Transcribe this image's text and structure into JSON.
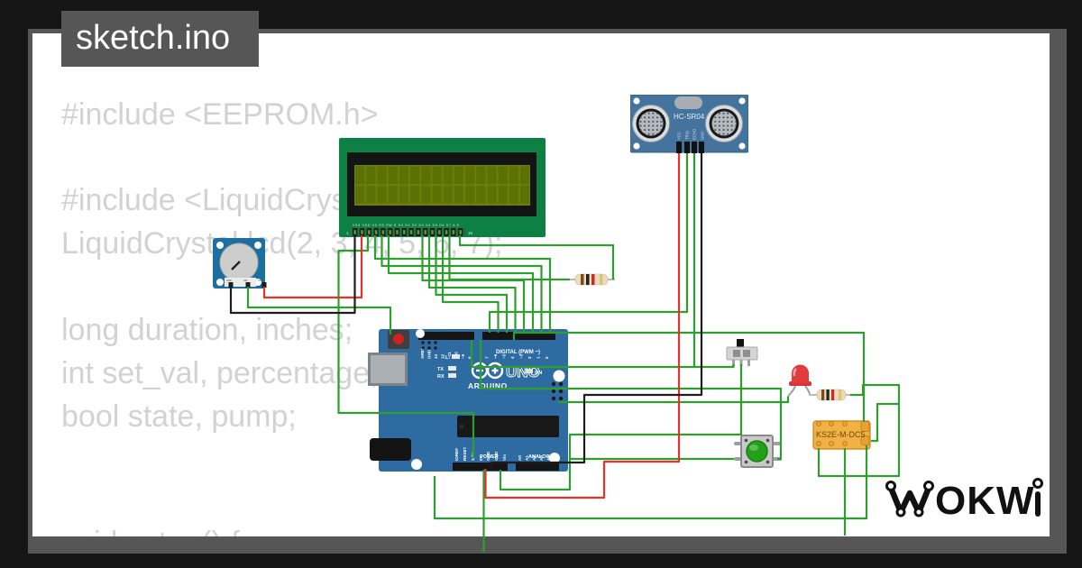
{
  "title": {
    "filename": "sketch.ino"
  },
  "code": {
    "line1": "#include <EEPROM.h>",
    "line2": "#include <LiquidCrystal.h>",
    "line3": "LiquidCrystal lcd(2, 3, 4, 5, 6, 7);",
    "line4": "long duration, inches;",
    "line5": "int set_val, percentage;",
    "line6": "bool state, pump;",
    "line7": "void setup() {"
  },
  "logo": {
    "text_mid": "OKW"
  },
  "lcd": {
    "pin_row": "VSS VDD V0 RS RW E D0 D1 D2 D3 D4 D5 D6 D7 A K",
    "pin_first": "1",
    "pin_last": "16"
  },
  "sensor": {
    "label": "HC-SR04",
    "pins": [
      "VCC",
      "TRIG",
      "ECHO",
      "GND"
    ]
  },
  "pot": {
    "pins": [
      "GND",
      "SIG",
      "VCC"
    ]
  },
  "arduino": {
    "digital_label": "DIGITAL (PWM ~)",
    "brand": "ARDUINO",
    "model": "UNO",
    "on_label": "ON",
    "l_label": "L",
    "tx_label": "TX",
    "rx_label": "RX",
    "power_label": "POWER",
    "analog_label": "ANALOG IN",
    "pins_top_left": [
      "AREF",
      "GND",
      "13",
      "12",
      "~11",
      "~10",
      "~9",
      "8"
    ],
    "pins_top_right": [
      "7",
      "~6",
      "~5",
      "4",
      "~3",
      "2",
      "1",
      "0"
    ],
    "pins_power": [
      "IOREF",
      "RESET",
      "3.3V",
      "5V",
      "GND",
      "GND",
      "Vin"
    ],
    "pins_analog": [
      "A0",
      "A1",
      "A2",
      "A3",
      "A4",
      "A5"
    ]
  },
  "relay": {
    "label": "KS2E-M-DC5"
  },
  "colors": {
    "wire_green": "#2e9e2e",
    "wire_red": "#e5332a",
    "wire_black": "#1d1d1d",
    "frame_gray": "#565656",
    "board_blue": "#2d6ba0",
    "lcd_green": "#0e8044",
    "relay_orange": "#f2b144"
  }
}
